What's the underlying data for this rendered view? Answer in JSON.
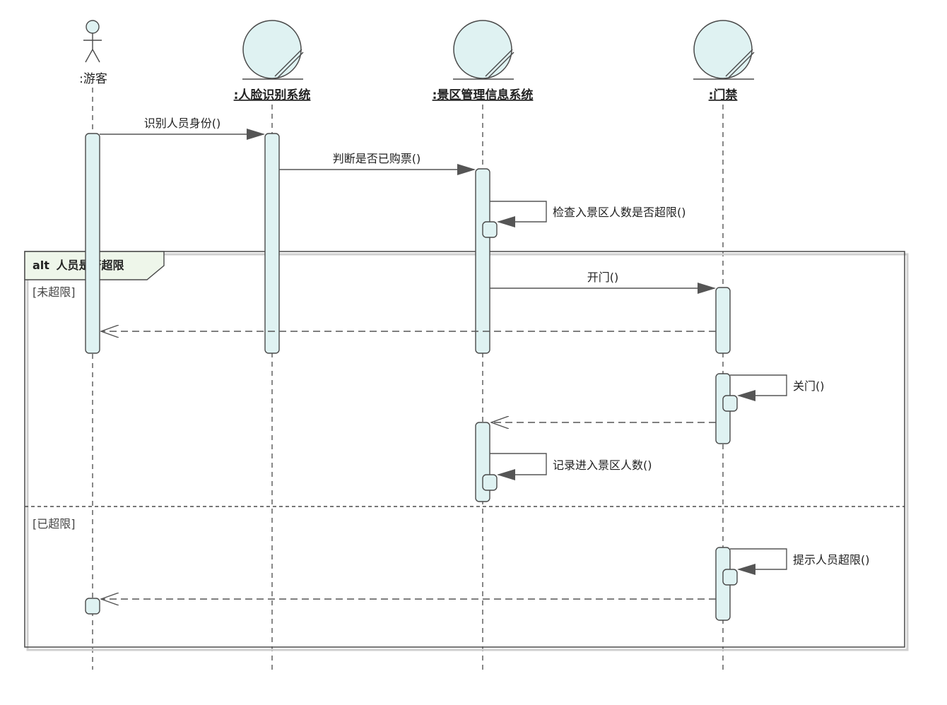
{
  "colors": {
    "fill": "#dff2f2",
    "stroke": "#4a4a4a",
    "frame_tab": "#eef6ea",
    "text": "#222222"
  },
  "lifelines": [
    {
      "id": "tourist",
      "label": ":游客",
      "kind": "actor"
    },
    {
      "id": "face",
      "label": ":人脸识别系统",
      "kind": "boundary"
    },
    {
      "id": "mgmt",
      "label": ":景区管理信息系统",
      "kind": "boundary"
    },
    {
      "id": "gate",
      "label": ":门禁",
      "kind": "boundary"
    }
  ],
  "messages": [
    {
      "id": "m1",
      "label": "识别人员身份()",
      "from": "tourist",
      "to": "face",
      "type": "sync"
    },
    {
      "id": "m2",
      "label": "判断是否已购票()",
      "from": "face",
      "to": "mgmt",
      "type": "sync"
    },
    {
      "id": "m3",
      "label": "检查入景区人数是否超限()",
      "from": "mgmt",
      "to": "mgmt",
      "type": "self"
    },
    {
      "id": "m4",
      "label": "开门()",
      "from": "mgmt",
      "to": "gate",
      "type": "sync"
    },
    {
      "id": "m5",
      "label": "",
      "from": "gate",
      "to": "tourist",
      "type": "return"
    },
    {
      "id": "m6",
      "label": "关门()",
      "from": "gate",
      "to": "gate",
      "type": "self"
    },
    {
      "id": "m7",
      "label": "",
      "from": "gate",
      "to": "mgmt",
      "type": "return"
    },
    {
      "id": "m8",
      "label": "记录进入景区人数()",
      "from": "mgmt",
      "to": "mgmt",
      "type": "self"
    },
    {
      "id": "m9",
      "label": "提示人员超限()",
      "from": "gate",
      "to": "gate",
      "type": "self"
    },
    {
      "id": "m10",
      "label": "",
      "from": "gate",
      "to": "tourist",
      "type": "return"
    }
  ],
  "fragment": {
    "operator": "alt",
    "title": "人员是否超限",
    "guards": [
      "[未超限]",
      "[已超限]"
    ]
  }
}
